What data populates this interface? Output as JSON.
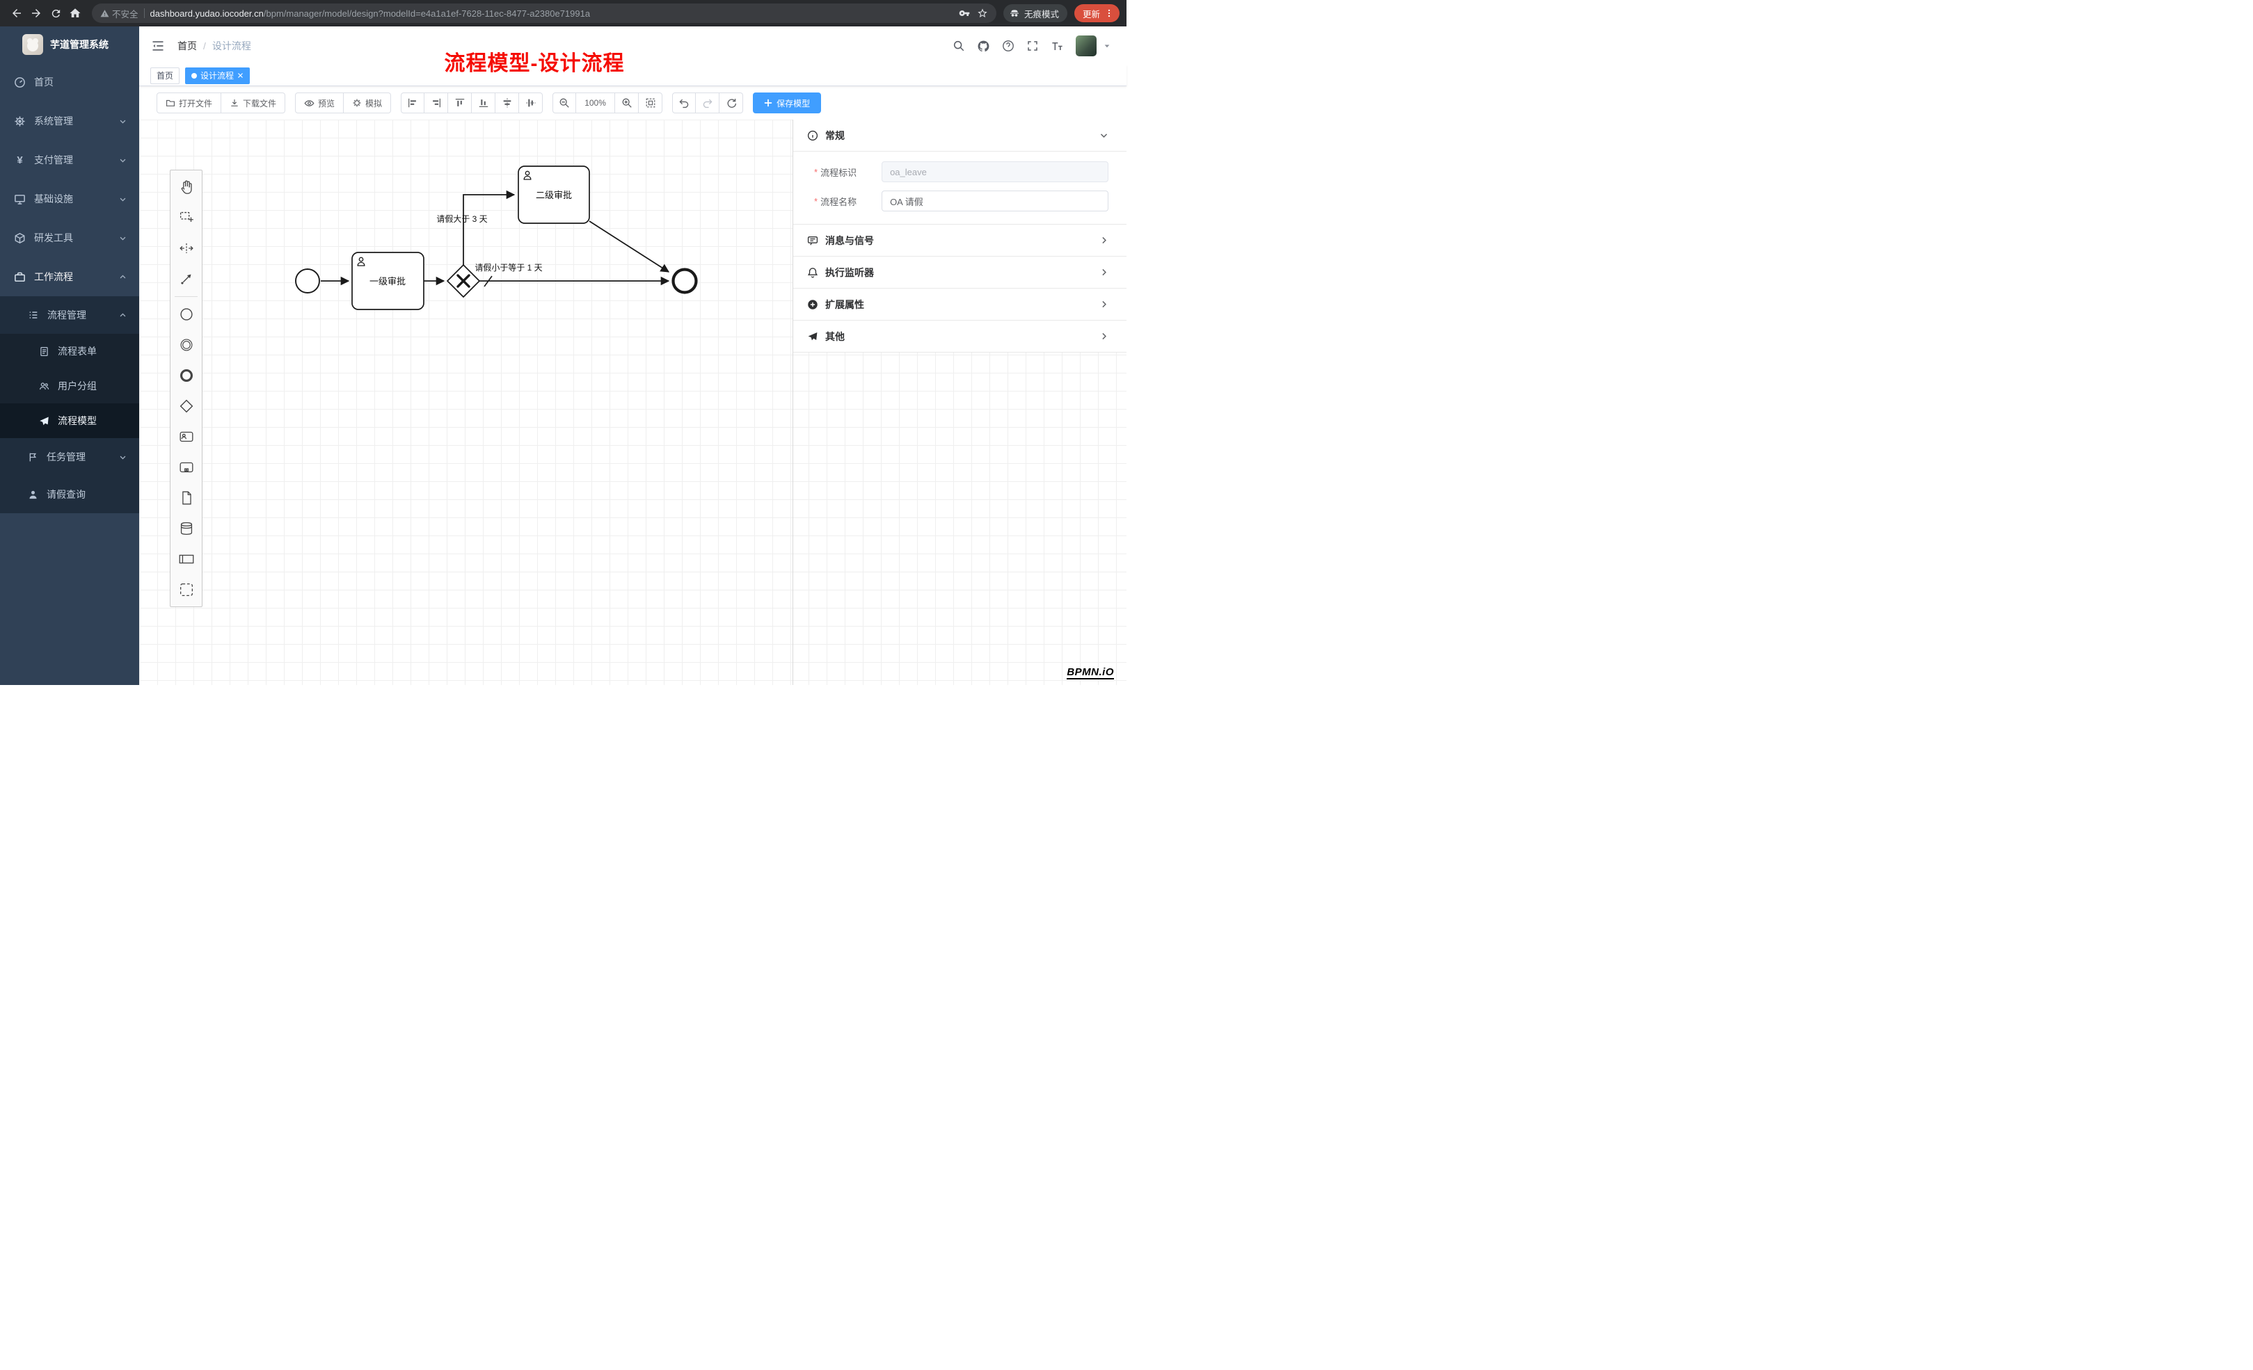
{
  "browser": {
    "security_label": "不安全",
    "url_domain": "dashboard.yudao.iocoder.cn",
    "url_path": "/bpm/manager/model/design?modelId=e4a1a1ef-7628-11ec-8477-a2380e71991a",
    "incognito_label": "无痕模式",
    "update_label": "更新"
  },
  "sidebar": {
    "app_title": "芋道管理系统",
    "menu": [
      {
        "label": "首页",
        "icon": "dashboard-icon"
      },
      {
        "label": "系统管理",
        "icon": "gear-icon"
      },
      {
        "label": "支付管理",
        "icon": "yen-icon",
        "glyph": "¥"
      },
      {
        "label": "基础设施",
        "icon": "monitor-icon"
      },
      {
        "label": "研发工具",
        "icon": "cube-icon"
      },
      {
        "label": "工作流程",
        "icon": "briefcase-icon"
      }
    ],
    "process_group": {
      "label": "流程管理",
      "icon": "list-icon"
    },
    "process_children": [
      {
        "label": "流程表单",
        "icon": "document-icon"
      },
      {
        "label": "用户分组",
        "icon": "users-icon"
      },
      {
        "label": "流程模型",
        "icon": "send-icon",
        "active": true
      }
    ],
    "task_group": {
      "label": "任务管理",
      "icon": "flag-icon"
    },
    "leave_item": {
      "label": "请假查询",
      "icon": "person-icon"
    }
  },
  "header": {
    "breadcrumb": [
      "首页",
      "设计流程"
    ],
    "breadcrumb_sep": "/",
    "icons": [
      "collapse-sidebar-icon",
      "search-icon",
      "github-icon",
      "help-icon",
      "fullscreen-icon",
      "font-size-icon",
      "avatar",
      "caret-down-icon"
    ]
  },
  "annotation": {
    "text": "流程模型-设计流程"
  },
  "tags": {
    "home": "首页",
    "active": "设计流程"
  },
  "toolbar": {
    "open_label": "打开文件",
    "download_label": "下载文件",
    "preview_label": "预览",
    "simulate_label": "模拟",
    "zoom_level": "100%",
    "save_label": "保存模型",
    "icon_buttons": [
      "align-left-icon",
      "align-right-icon",
      "align-top-icon",
      "align-bottom-icon",
      "align-center-h-icon",
      "align-center-v-icon",
      "zoom-out-icon",
      "zoom-in-icon",
      "fit-viewport-icon",
      "undo-icon",
      "redo-icon",
      "restart-icon"
    ]
  },
  "palette": {
    "tools": [
      "hand-tool-icon",
      "lasso-tool-icon",
      "space-tool-icon",
      "global-connect-icon",
      "start-event-icon",
      "intermediate-event-icon",
      "end-event-icon",
      "gateway-icon",
      "user-task-icon",
      "subprocess-icon",
      "data-object-icon",
      "data-store-icon",
      "participant-icon",
      "group-icon"
    ]
  },
  "panel": {
    "required_mark": "*",
    "general": {
      "title": "常规",
      "process_key": {
        "label": "流程标识",
        "value": "oa_leave"
      },
      "process_name": {
        "label": "流程名称",
        "value": "OA 请假"
      }
    },
    "sections": [
      {
        "title": "消息与信号",
        "icon": "message-icon"
      },
      {
        "title": "执行监听器",
        "icon": "bell-icon"
      },
      {
        "title": "扩展属性",
        "icon": "plus-circle-icon"
      },
      {
        "title": "其他",
        "icon": "send-icon"
      }
    ]
  },
  "diagram": {
    "task1_label": "一级审批",
    "task2_label": "二级审批",
    "condition_gt": "请假大于 3 天",
    "condition_le": "请假小于等于 1 天"
  },
  "watermark": "BPMN.iO"
}
